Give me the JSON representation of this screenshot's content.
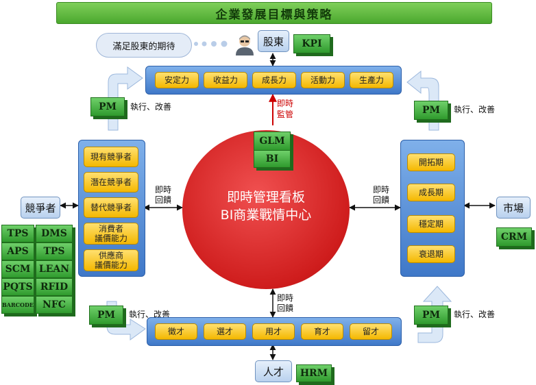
{
  "title": "企業發展目標與策略",
  "shareholder": {
    "cloud": "滿足股東的期待",
    "label": "股東",
    "kpi": "KPI"
  },
  "top_pills": [
    "安定力",
    "收益力",
    "成長力",
    "活動力",
    "生產力"
  ],
  "realtime_monitor": "即時\n監管",
  "center_boxes": [
    "GLM",
    "BI"
  ],
  "center_title": "即時管理看板",
  "center_subtitle": "BI商業戰情中心",
  "realtime_feedback": "即時\n回饋",
  "pm": "PM",
  "pm_action": "執行、改善",
  "left_pills": [
    "現有競爭者",
    "潛在競爭者",
    "替代競爭者",
    "消費者\n議價能力",
    "供應商\n議價能力"
  ],
  "competitor": "競爭者",
  "systems": [
    "TPS",
    "DMS",
    "APS",
    "TPS",
    "SCM",
    "LEAN",
    "PQTS",
    "RFID",
    "BARCODE",
    "NFC"
  ],
  "right_pills": [
    "開拓期",
    "成長期",
    "穩定期",
    "衰退期"
  ],
  "market": {
    "label": "市場",
    "crm": "CRM"
  },
  "bottom_pills": [
    "徵才",
    "選才",
    "用才",
    "育才",
    "留才"
  ],
  "talent": {
    "label": "人才",
    "hrm": "HRM"
  }
}
